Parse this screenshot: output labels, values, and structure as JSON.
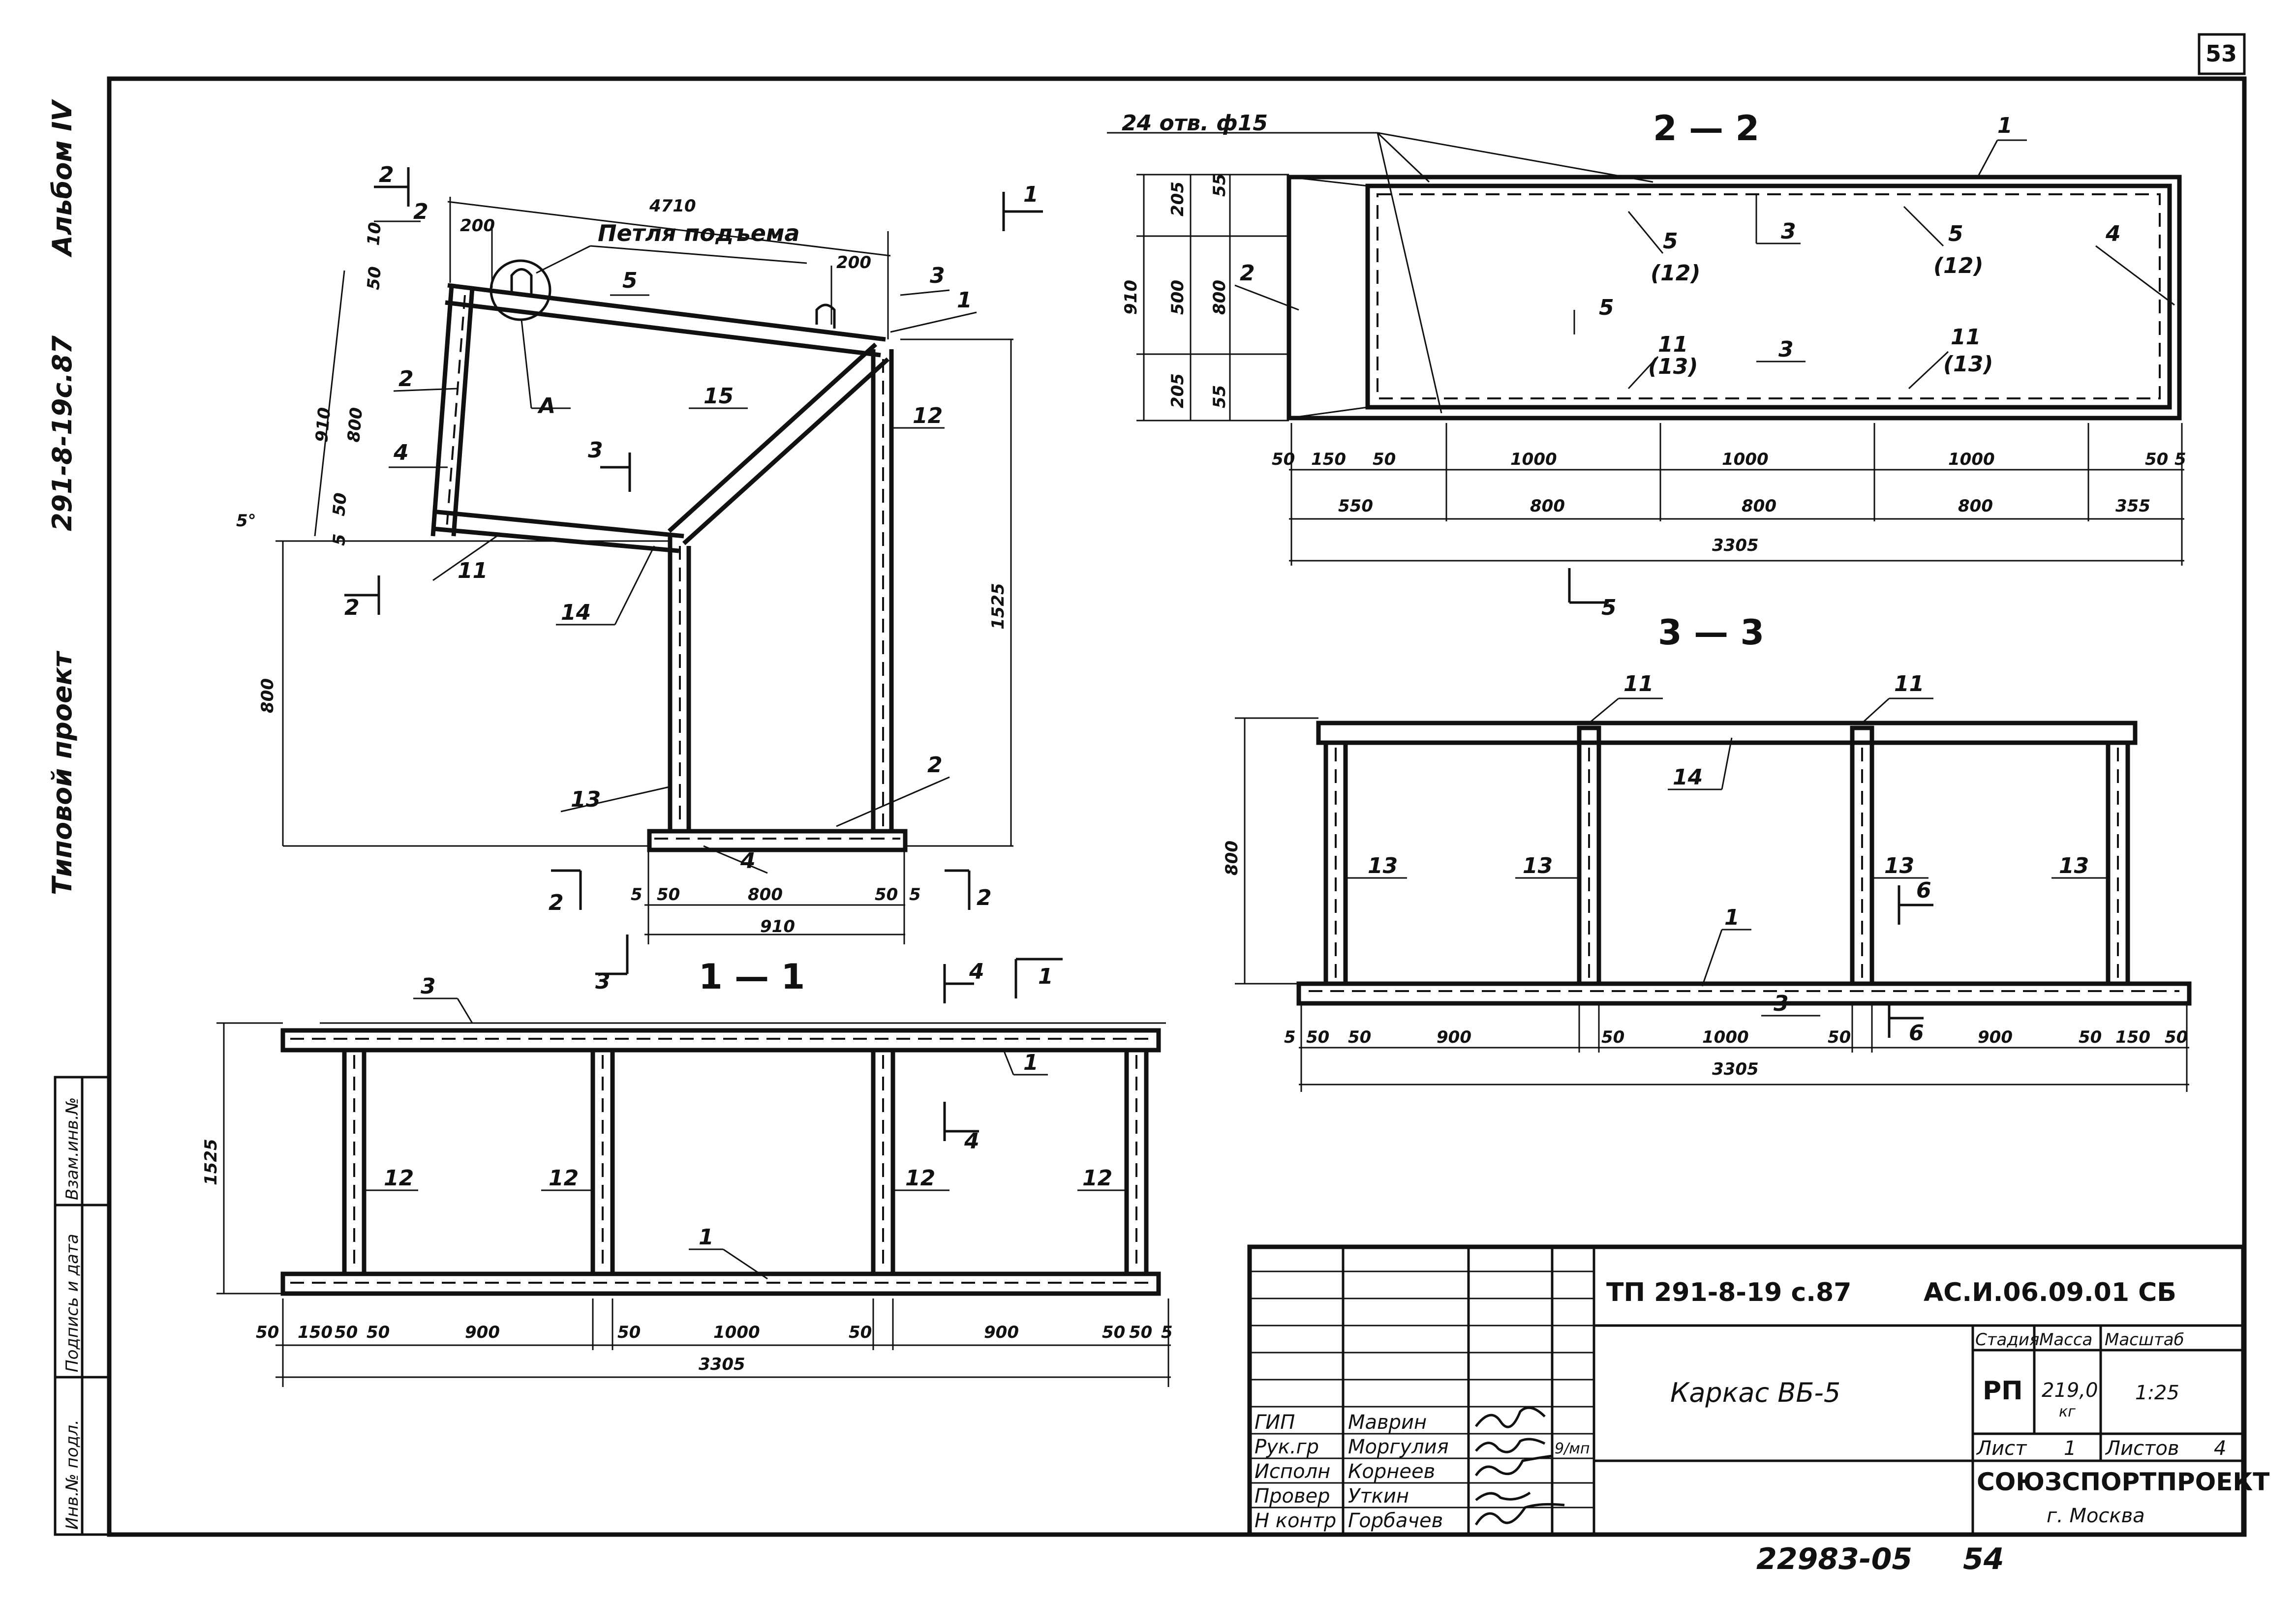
{
  "corner_page": "53",
  "side": {
    "album": "Альбом IV",
    "code": "291-8-19с.87",
    "project": "Типовой проект",
    "stamp_labels": [
      "Инв.№ подл.",
      "Подпись и дата",
      "Взам.инв.№"
    ]
  },
  "view11": {
    "title": "1 — 1",
    "lifting_loop": "Петля подъема",
    "detail_a": "А",
    "dims": {
      "top": "4710",
      "left200": "200",
      "right200": "200",
      "d50a": "50",
      "d10": "10",
      "d910": "910",
      "d800": "800",
      "d50b": "50",
      "d5": "5",
      "angle": "5°",
      "h800": "800",
      "h1525": "1525",
      "b5a": "5",
      "b50a": "50",
      "b800": "800",
      "b50b": "50",
      "b5b": "5",
      "b910": "910"
    },
    "marks": [
      "2",
      "3",
      "1",
      "5",
      "2",
      "4",
      "15",
      "12",
      "11",
      "14",
      "13",
      "2",
      "4"
    ],
    "section_refs": [
      "2",
      "2",
      "3",
      "1",
      "2",
      "2",
      "3",
      "4",
      "1"
    ]
  },
  "view22": {
    "title": "2 — 2",
    "holes": "24 отв. ф15",
    "dims_v": [
      "205",
      "55",
      "500",
      "800",
      "910",
      "205",
      "55"
    ],
    "dims_top": [
      "50",
      "150",
      "50",
      "1000",
      "1000",
      "1000",
      "50",
      "5"
    ],
    "dims_mid": [
      "550",
      "800",
      "800",
      "800",
      "355"
    ],
    "dims_total": "3305",
    "marks": [
      "1",
      "2",
      "5",
      "(12)",
      "3",
      "5",
      "(12)",
      "4",
      "5",
      "11",
      "(13)",
      "3",
      "11",
      "(13)"
    ],
    "section_ref": "5"
  },
  "view33": {
    "title": "3 — 3",
    "dim_h": "800",
    "dims_bottom": [
      "5",
      "50",
      "50",
      "900",
      "50",
      "1000",
      "50",
      "900",
      "50",
      "150",
      "50"
    ],
    "dims_total": "3305",
    "marks": [
      "11",
      "11",
      "14",
      "13",
      "13",
      "13",
      "13",
      "1",
      "3",
      "6",
      "6"
    ]
  },
  "plan": {
    "dim_h": "1525",
    "dims_bottom": [
      "50",
      "150",
      "50",
      "50",
      "900",
      "50",
      "1000",
      "50",
      "900",
      "50",
      "50",
      "5"
    ],
    "dims_total": "3305",
    "marks": [
      "3",
      "1",
      "12",
      "12",
      "12",
      "12",
      "1",
      "4"
    ]
  },
  "title_block": {
    "doc_code": "ТП 291-8-19 с.87",
    "sheet_code": "АС.И.06.09.01 СБ",
    "name": "Каркас ВБ-5",
    "col_stage": "Стадия",
    "col_mass": "Масса",
    "col_scale": "Масштаб",
    "stage": "РП",
    "mass": "219,0",
    "mass_unit": "кг",
    "scale": "1:25",
    "sheet_label": "Лист",
    "sheet_no": "1",
    "sheets_label": "Листов",
    "sheets_total": "4",
    "org": "СОЮЗСПОРТПРОЕКТ",
    "city": "г. Москва",
    "roles": [
      {
        "role": "ГИП",
        "name": "Маврин"
      },
      {
        "role": "Рук.гр",
        "name": "Моргулия"
      },
      {
        "role": "Исполн",
        "name": "Корнеев"
      },
      {
        "role": "Провер",
        "name": "Уткин"
      },
      {
        "role": "Н контр",
        "name": "Горбачев"
      }
    ],
    "date": "9/мп"
  },
  "bottom_number": "22983-05",
  "bottom_page": "54"
}
